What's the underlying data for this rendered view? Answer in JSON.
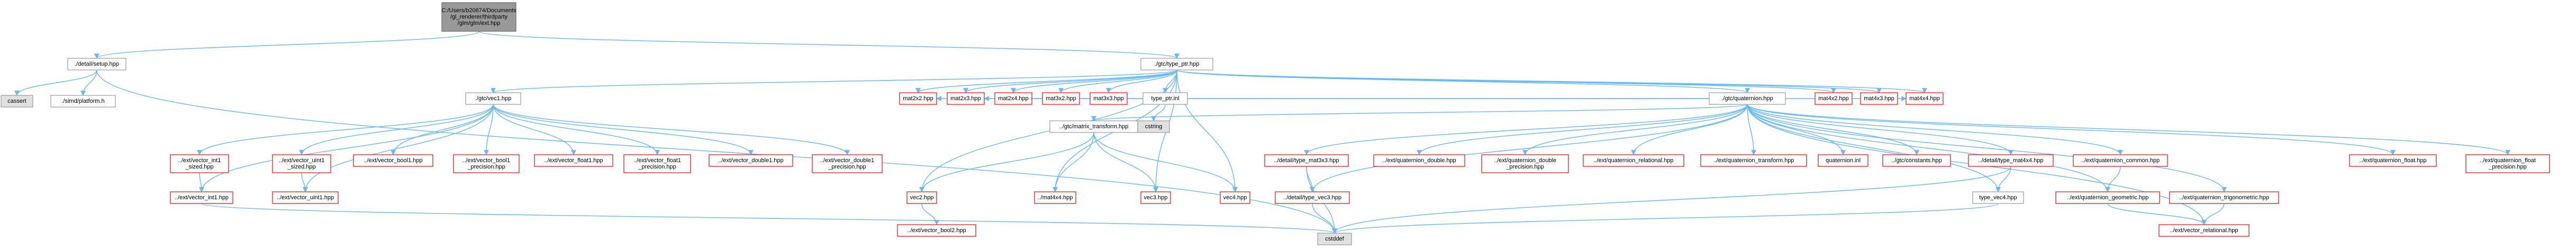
{
  "colors": {
    "root_fill": "#999999",
    "root_stroke": "#666666",
    "normal_fill": "#ffffff",
    "normal_stroke": "#999999",
    "missing_stroke": "#ff0000",
    "system_fill": "#e0e0e0",
    "system_stroke": "#999999",
    "edge": "#63b8ff"
  },
  "nodes": [
    {
      "id": "root",
      "kind": "root",
      "lines": [
        "C:/Users/b20674/Documents",
        "/gl_renderer/thirdparty",
        "/glm/glm/ext.hpp"
      ]
    },
    {
      "id": "setup",
      "kind": "normal",
      "lines": [
        "./detail/setup.hpp"
      ]
    },
    {
      "id": "cassert",
      "kind": "system",
      "lines": [
        "cassert"
      ]
    },
    {
      "id": "cmath",
      "kind": "normal",
      "lines": [
        "./simd/platform.h"
      ]
    },
    {
      "id": "typeptr",
      "kind": "normal",
      "lines": [
        "./gtc/type_ptr.hpp"
      ]
    },
    {
      "id": "vec1",
      "kind": "normal",
      "lines": [
        "./gtc/vec1.hpp"
      ]
    },
    {
      "id": "quat",
      "kind": "normal",
      "lines": [
        "./gtc/quaternion.hpp"
      ]
    },
    {
      "id": "m2x2",
      "kind": "missing",
      "lines": [
        "mat2x2.hpp"
      ]
    },
    {
      "id": "m2x3",
      "kind": "missing",
      "lines": [
        "mat2x3.hpp"
      ]
    },
    {
      "id": "m2x4",
      "kind": "missing",
      "lines": [
        "mat2x4.hpp"
      ]
    },
    {
      "id": "m3x2",
      "kind": "missing",
      "lines": [
        "mat3x2.hpp"
      ]
    },
    {
      "id": "m3x3",
      "kind": "missing",
      "lines": [
        "mat3x3.hpp"
      ]
    },
    {
      "id": "typeptrinl",
      "kind": "normal",
      "lines": [
        "type_ptr.inl"
      ]
    },
    {
      "id": "cstring",
      "kind": "system",
      "lines": [
        "cstring"
      ]
    },
    {
      "id": "m4x2",
      "kind": "missing",
      "lines": [
        "mat4x2.hpp"
      ]
    },
    {
      "id": "m4x3",
      "kind": "missing",
      "lines": [
        "mat4x3.hpp"
      ]
    },
    {
      "id": "m4x4",
      "kind": "missing",
      "lines": [
        "mat4x4.hpp"
      ]
    },
    {
      "id": "vint1",
      "kind": "missing",
      "lines": [
        "../ext/vector_int1",
        "_sized.hpp"
      ]
    },
    {
      "id": "vuint1s",
      "kind": "missing",
      "lines": [
        "../ext/vector_uint1",
        "_sized.hpp"
      ]
    },
    {
      "id": "vbool1",
      "kind": "missing",
      "lines": [
        "../ext/vector_bool1.hpp"
      ]
    },
    {
      "id": "vbool1p",
      "kind": "missing",
      "lines": [
        "../ext/vector_bool1",
        "_precision.hpp"
      ]
    },
    {
      "id": "vfloat1",
      "kind": "missing",
      "lines": [
        "../ext/vector_float1.hpp"
      ]
    },
    {
      "id": "vfloat1p",
      "kind": "missing",
      "lines": [
        "../ext/vector_float1",
        "_precision.hpp"
      ]
    },
    {
      "id": "vdouble1",
      "kind": "missing",
      "lines": [
        "../ext/vector_double1.hpp"
      ]
    },
    {
      "id": "vdouble1p",
      "kind": "missing",
      "lines": [
        "../ext/vector_double1",
        "_precision.hpp"
      ]
    },
    {
      "id": "vint1h",
      "kind": "missing",
      "lines": [
        "../ext/vector_int1.hpp"
      ]
    },
    {
      "id": "vuint1h",
      "kind": "missing",
      "lines": [
        "../ext/vector_uint1.hpp"
      ]
    },
    {
      "id": "mtrans",
      "kind": "normal",
      "lines": [
        "../gtc/matrix_transform.hpp"
      ]
    },
    {
      "id": "vec2",
      "kind": "missing",
      "lines": [
        "vec2.hpp"
      ]
    },
    {
      "id": "vbool2",
      "kind": "missing",
      "lines": [
        "../ext/vector_bool2.hpp"
      ]
    },
    {
      "id": "mat4x4b",
      "kind": "missing",
      "lines": [
        "../mat4x4.hpp"
      ]
    },
    {
      "id": "vec3",
      "kind": "missing",
      "lines": [
        "vec3.hpp"
      ]
    },
    {
      "id": "vec4",
      "kind": "missing",
      "lines": [
        "vec4.hpp"
      ]
    },
    {
      "id": "tmat3x3",
      "kind": "missing",
      "lines": [
        "../detail/type_mat3x3.hpp"
      ]
    },
    {
      "id": "tvec3",
      "kind": "missing",
      "lines": [
        "../detail/type_vec3.hpp"
      ]
    },
    {
      "id": "cstddef",
      "kind": "system",
      "lines": [
        "cstddef"
      ]
    },
    {
      "id": "qdouble",
      "kind": "missing",
      "lines": [
        "../ext/quaternion_double.hpp"
      ]
    },
    {
      "id": "qdoublep",
      "kind": "missing",
      "lines": [
        "../ext/quaternion_double",
        "_precision.hpp"
      ]
    },
    {
      "id": "qrel",
      "kind": "missing",
      "lines": [
        "../ext/quaternion_relational.hpp"
      ]
    },
    {
      "id": "qtrans",
      "kind": "missing",
      "lines": [
        "../ext/quaternion_transform.hpp"
      ]
    },
    {
      "id": "qinl",
      "kind": "missing",
      "lines": [
        "quaternion.inl"
      ]
    },
    {
      "id": "consts",
      "kind": "missing",
      "lines": [
        "../gtc/constants.hpp"
      ]
    },
    {
      "id": "tmat4x4",
      "kind": "missing",
      "lines": [
        "../detail/type_mat4x4.hpp"
      ]
    },
    {
      "id": "tvec4",
      "kind": "normal",
      "lines": [
        "type_vec4.hpp"
      ]
    },
    {
      "id": "qcommon",
      "kind": "missing",
      "lines": [
        "../ext/quaternion_common.hpp"
      ]
    },
    {
      "id": "qgeom",
      "kind": "missing",
      "lines": [
        "../ext/quaternion_geometric.hpp"
      ]
    },
    {
      "id": "qtrig",
      "kind": "missing",
      "lines": [
        "../ext/quaternion_trigonometric.hpp"
      ]
    },
    {
      "id": "vrel",
      "kind": "missing",
      "lines": [
        "../ext/vector_relational.hpp"
      ]
    },
    {
      "id": "qfloat",
      "kind": "missing",
      "lines": [
        "../ext/quaternion_float.hpp"
      ]
    },
    {
      "id": "qfloatp",
      "kind": "missing",
      "lines": [
        "../ext/quaternion_float",
        "_precision.hpp"
      ]
    }
  ],
  "edges": [
    [
      "root",
      "setup"
    ],
    [
      "root",
      "typeptr"
    ],
    [
      "setup",
      "cassert"
    ],
    [
      "setup",
      "cmath"
    ],
    [
      "setup",
      "cstddef"
    ],
    [
      "typeptr",
      "vec1"
    ],
    [
      "typeptr",
      "quat"
    ],
    [
      "typeptr",
      "m2x2"
    ],
    [
      "typeptr",
      "m2x3"
    ],
    [
      "typeptr",
      "m2x4"
    ],
    [
      "typeptr",
      "m3x2"
    ],
    [
      "typeptr",
      "m3x3"
    ],
    [
      "typeptr",
      "typeptrinl"
    ],
    [
      "typeptr",
      "m4x2"
    ],
    [
      "typeptr",
      "m4x3"
    ],
    [
      "typeptr",
      "m4x4"
    ],
    [
      "typeptr",
      "vec2"
    ],
    [
      "typeptr",
      "mat4x4b"
    ],
    [
      "typeptr",
      "vec3"
    ],
    [
      "typeptr",
      "vec4"
    ],
    [
      "typeptrinl",
      "cstring"
    ],
    [
      "vec1",
      "vint1"
    ],
    [
      "vec1",
      "vuint1s"
    ],
    [
      "vec1",
      "vbool1"
    ],
    [
      "vec1",
      "vbool1p"
    ],
    [
      "vec1",
      "vfloat1"
    ],
    [
      "vec1",
      "vfloat1p"
    ],
    [
      "vec1",
      "vdouble1"
    ],
    [
      "vec1",
      "vdouble1p"
    ],
    [
      "vec1",
      "vint1h"
    ],
    [
      "vec1",
      "vuint1h"
    ],
    [
      "vint1",
      "vint1h"
    ],
    [
      "vuint1s",
      "vuint1h"
    ],
    [
      "vint1h",
      "cstddef"
    ],
    [
      "quat",
      "mtrans"
    ],
    [
      "quat",
      "tmat3x3"
    ],
    [
      "quat",
      "tvec3"
    ],
    [
      "quat",
      "qdouble"
    ],
    [
      "quat",
      "qdoublep"
    ],
    [
      "quat",
      "qrel"
    ],
    [
      "quat",
      "qtrans"
    ],
    [
      "quat",
      "qinl"
    ],
    [
      "quat",
      "consts"
    ],
    [
      "quat",
      "tmat4x4"
    ],
    [
      "quat",
      "tvec4"
    ],
    [
      "quat",
      "qcommon"
    ],
    [
      "quat",
      "qgeom"
    ],
    [
      "quat",
      "qtrig"
    ],
    [
      "quat",
      "vrel"
    ],
    [
      "quat",
      "qfloat"
    ],
    [
      "quat",
      "qfloatp"
    ],
    [
      "quat",
      "m2x2"
    ],
    [
      "quat",
      "m2x3"
    ],
    [
      "quat",
      "m4x4"
    ],
    [
      "mtrans",
      "vec2"
    ],
    [
      "mtrans",
      "mat4x4b"
    ],
    [
      "mtrans",
      "vec3"
    ],
    [
      "mtrans",
      "vec4"
    ],
    [
      "vec2",
      "vbool2"
    ],
    [
      "tmat3x3",
      "tvec3"
    ],
    [
      "tmat3x3",
      "cstddef"
    ],
    [
      "tvec3",
      "cstddef"
    ],
    [
      "tmat4x4",
      "tvec4"
    ],
    [
      "tmat4x4",
      "cstddef"
    ],
    [
      "tvec4",
      "cstddef"
    ],
    [
      "qcommon",
      "qgeom"
    ],
    [
      "qgeom",
      "vrel"
    ],
    [
      "qtrig",
      "vrel"
    ]
  ]
}
